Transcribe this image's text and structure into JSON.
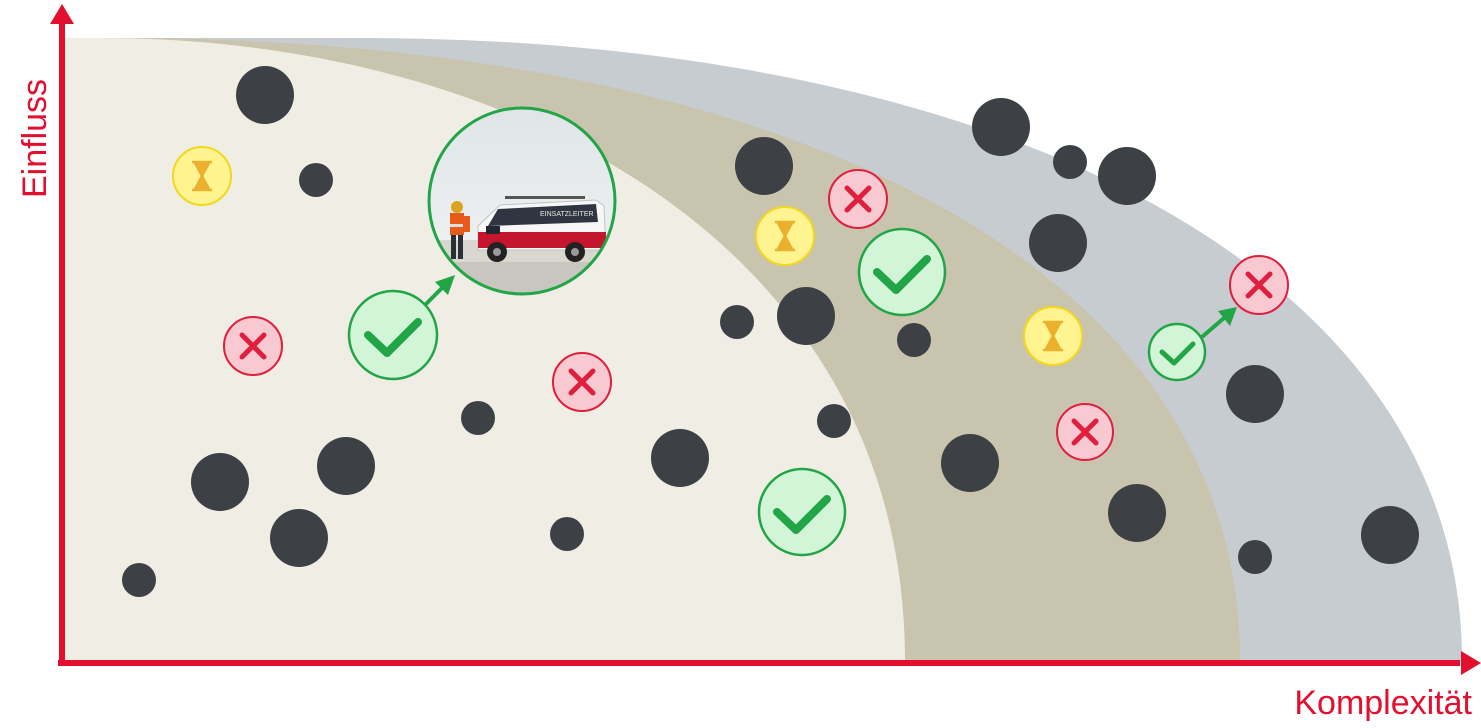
{
  "axes": {
    "x_label": "Komplexität",
    "y_label": "Einfluss",
    "color": "#e30f2e"
  },
  "zones": [
    {
      "name": "inner-zone",
      "color": "#efede4"
    },
    {
      "name": "middle-zone",
      "color": "#c9c4ae"
    },
    {
      "name": "outer-zone",
      "color": "#c7ccd1"
    }
  ],
  "colors": {
    "dot": "#3d4146",
    "success_fill": "#d2f4d7",
    "success_stroke": "#21a547",
    "failure_fill": "#f8c9d0",
    "failure_stroke": "#e01e3e",
    "pending_fill": "#fff48f",
    "pending_stroke": "#f2d81f",
    "pending_icon": "#ebb12e"
  },
  "markers": {
    "success_icon": "check-icon",
    "failure_icon": "cross-icon",
    "pending_icon": "hourglass-icon"
  },
  "photo": {
    "icon": "service-van-photo",
    "van_lettering": "EINSATZLEITER"
  }
}
